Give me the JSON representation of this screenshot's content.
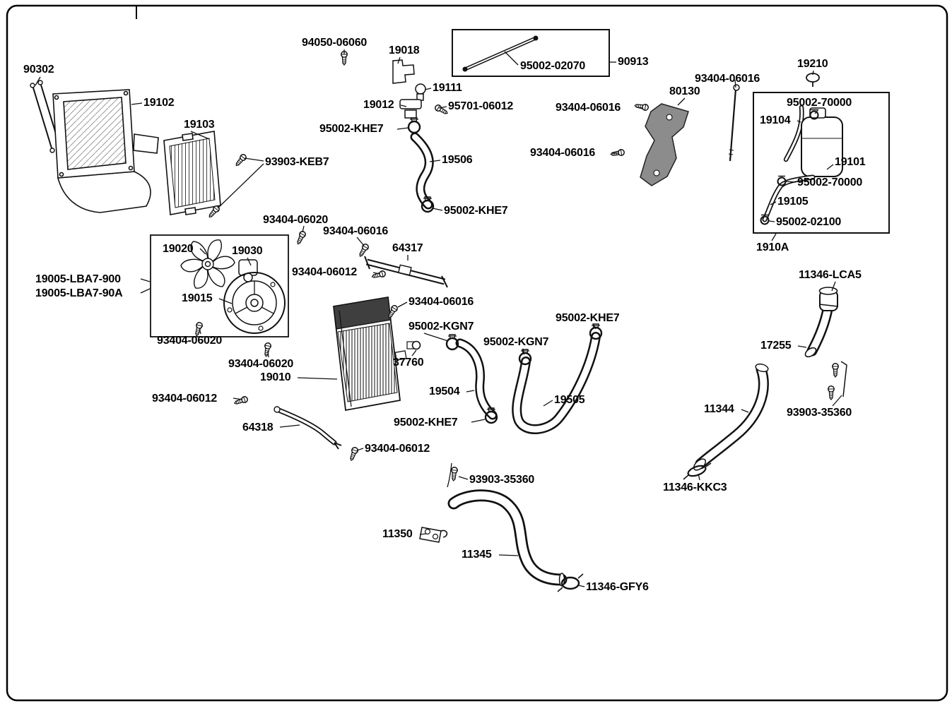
{
  "diagram": {
    "type": "exploded-parts-diagram",
    "colors": {
      "line": "#111111",
      "background": "#ffffff",
      "bracket_fill": "#8c8c8c",
      "cooler_band": "#3f3f3f"
    }
  },
  "labels": [
    {
      "text": "90302"
    },
    {
      "text": "19102"
    },
    {
      "text": "19103"
    },
    {
      "text": "94050-06060"
    },
    {
      "text": "19018"
    },
    {
      "text": "95002-02070"
    },
    {
      "text": "90913"
    },
    {
      "text": "19111"
    },
    {
      "text": "19012"
    },
    {
      "text": "95701-06012"
    },
    {
      "text": "95002-KHE7"
    },
    {
      "text": "93404-06016"
    },
    {
      "text": "19210"
    },
    {
      "text": "80130"
    },
    {
      "text": "93404-06016"
    },
    {
      "text": "95002-70000"
    },
    {
      "text": "19104"
    },
    {
      "text": "19506"
    },
    {
      "text": "93903-KEB7"
    },
    {
      "text": "93404-06016"
    },
    {
      "text": "19101"
    },
    {
      "text": "95002-70000"
    },
    {
      "text": "19105"
    },
    {
      "text": "95002-KHE7"
    },
    {
      "text": "95002-02100"
    },
    {
      "text": "93404-06020"
    },
    {
      "text": "93404-06016"
    },
    {
      "text": "1910A"
    },
    {
      "text": "19020"
    },
    {
      "text": "19030"
    },
    {
      "text": "64317"
    },
    {
      "text": "93404-06012"
    },
    {
      "text": "19005-LBA7-900"
    },
    {
      "text": "19005-LBA7-90A"
    },
    {
      "text": "19015"
    },
    {
      "text": "11346-LCA5"
    },
    {
      "text": "93404-06016"
    },
    {
      "text": "95002-KGN7"
    },
    {
      "text": "95002-KHE7"
    },
    {
      "text": "93404-06020"
    },
    {
      "text": "95002-KGN7"
    },
    {
      "text": "17255"
    },
    {
      "text": "93404-06020"
    },
    {
      "text": "37760"
    },
    {
      "text": "19010"
    },
    {
      "text": "19504"
    },
    {
      "text": "11344"
    },
    {
      "text": "19505"
    },
    {
      "text": "93404-06012"
    },
    {
      "text": "93903-35360"
    },
    {
      "text": "64318"
    },
    {
      "text": "95002-KHE7"
    },
    {
      "text": "93404-06012"
    },
    {
      "text": "11346-KKC3"
    },
    {
      "text": "93903-35360"
    },
    {
      "text": "11350"
    },
    {
      "text": "11345"
    },
    {
      "text": "11346-GFY6"
    }
  ]
}
